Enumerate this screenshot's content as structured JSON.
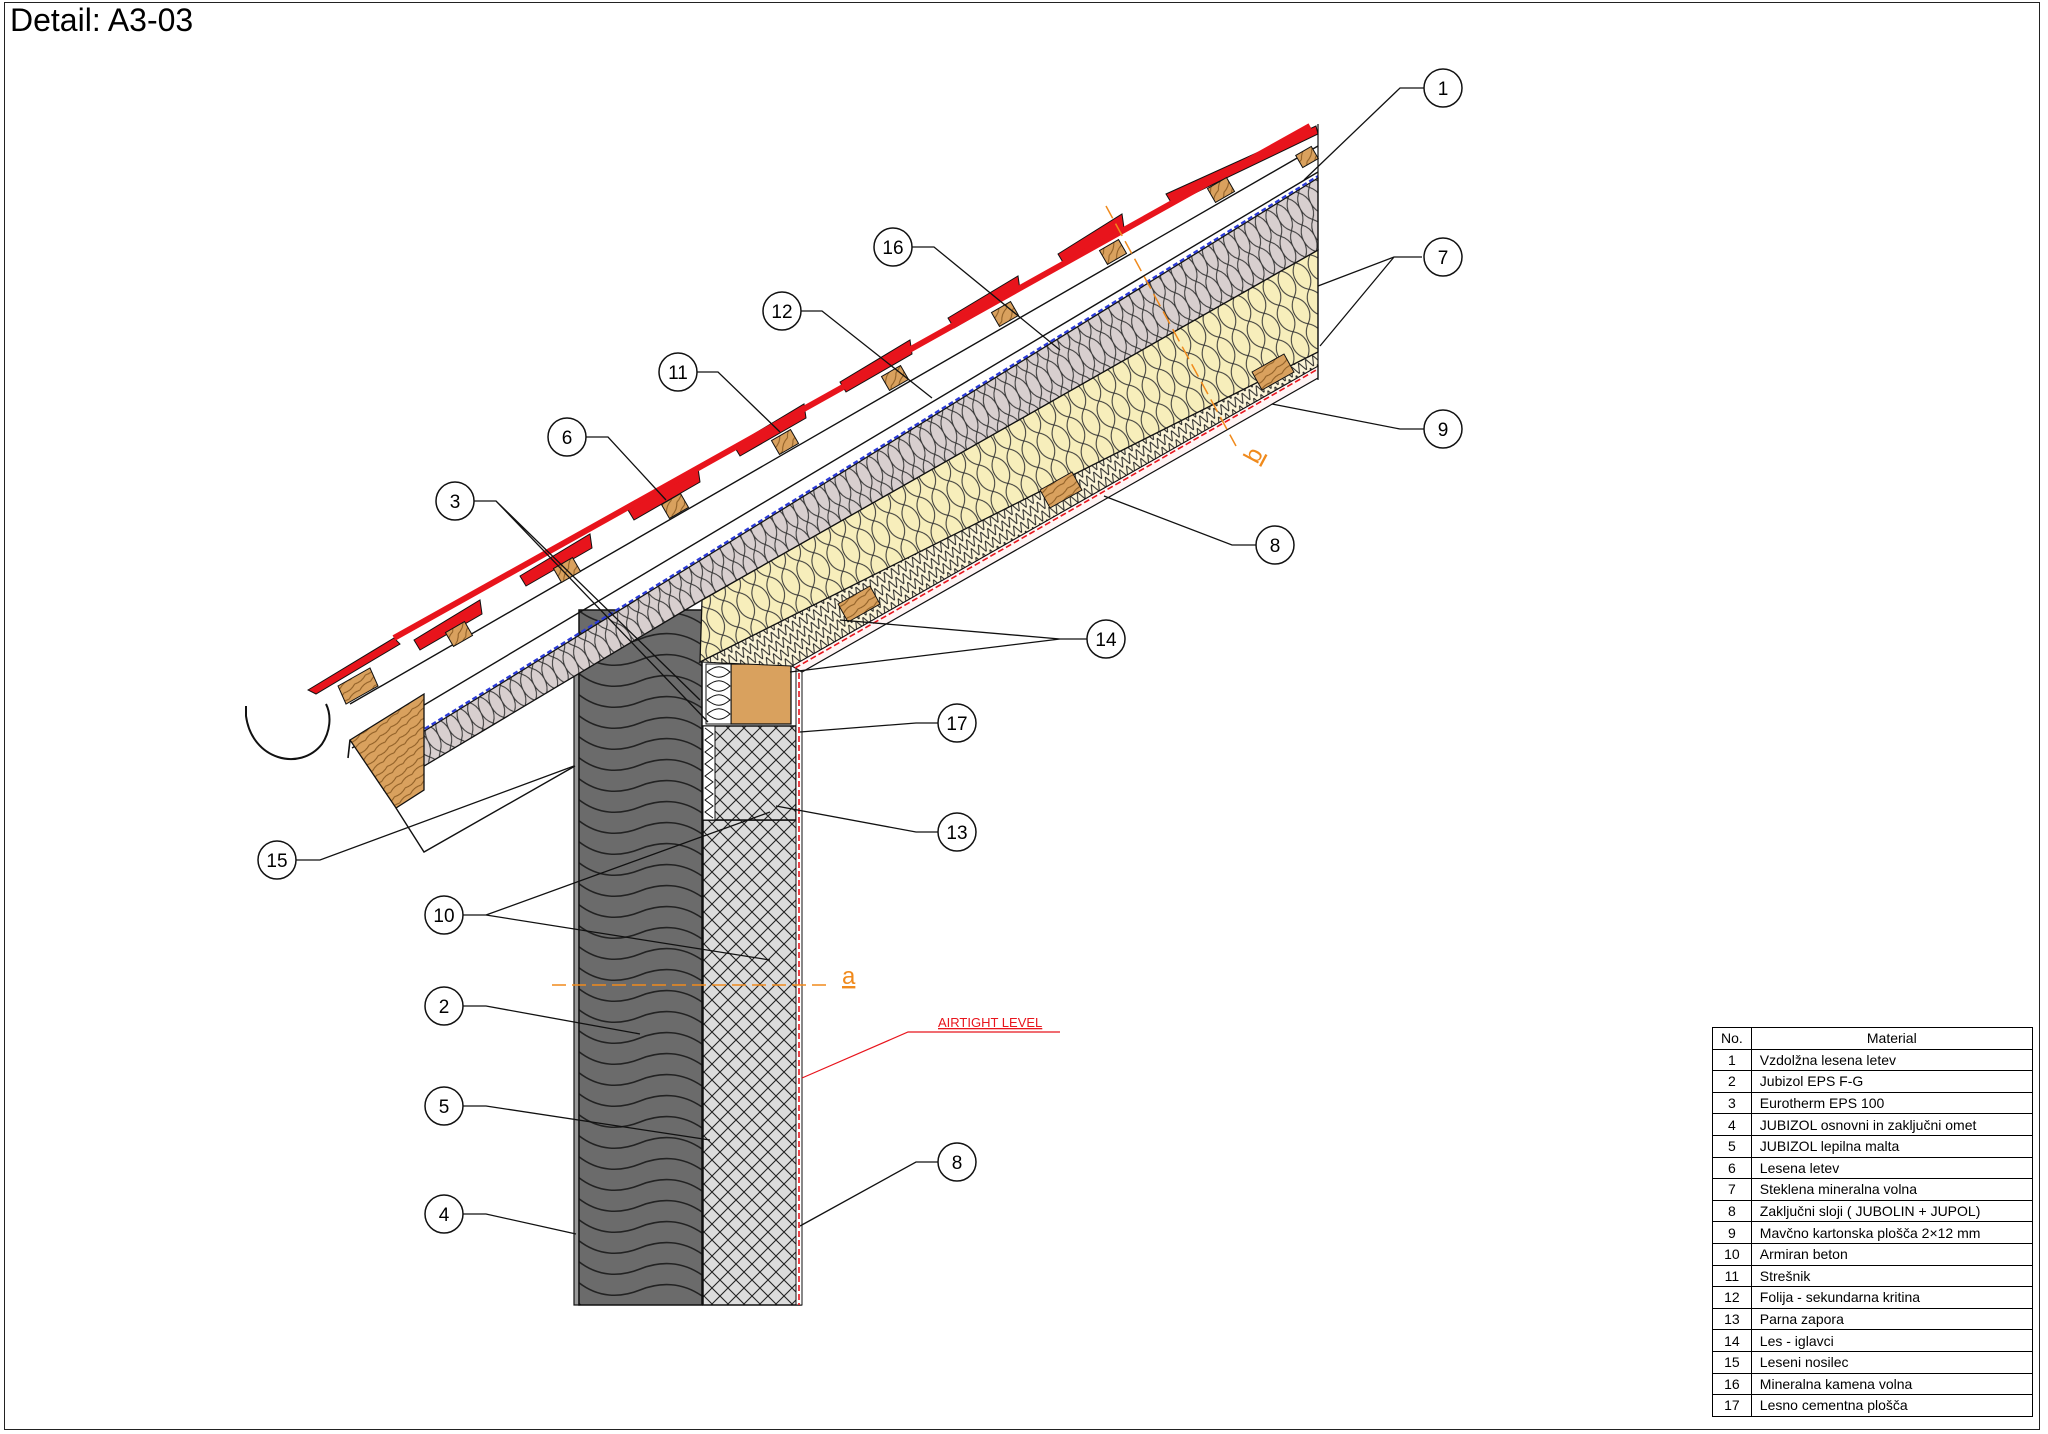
{
  "title": "Detail: A3-03",
  "section_marks": {
    "a": "a",
    "b": "b"
  },
  "airtight_label": "AIRTIGHT LEVEL",
  "callouts": [
    "1",
    "16",
    "12",
    "11",
    "6",
    "3",
    "7",
    "9",
    "8",
    "14",
    "17",
    "13",
    "15",
    "10",
    "2",
    "5",
    "8",
    "4"
  ],
  "legend": {
    "header_no": "No.",
    "header_material": "Material",
    "rows": [
      {
        "no": "1",
        "material": "Vzdolžna lesena letev"
      },
      {
        "no": "2",
        "material": "Jubizol EPS F-G"
      },
      {
        "no": "3",
        "material": "Eurotherm EPS 100"
      },
      {
        "no": "4",
        "material": "JUBIZOL osnovni in zaključni omet"
      },
      {
        "no": "5",
        "material": "JUBIZOL lepilna malta"
      },
      {
        "no": "6",
        "material": "Lesena letev"
      },
      {
        "no": "7",
        "material": "Steklena mineralna volna"
      },
      {
        "no": "8",
        "material": "Zaključni sloji  ( JUBOLIN + JUPOL)"
      },
      {
        "no": "9",
        "material": "Mavčno kartonska plošča 2×12 mm"
      },
      {
        "no": "10",
        "material": "Armiran beton"
      },
      {
        "no": "11",
        "material": "Strešnik"
      },
      {
        "no": "12",
        "material": "Folija - sekundarna kritina"
      },
      {
        "no": "13",
        "material": "Parna zapora"
      },
      {
        "no": "14",
        "material": "Les - iglavci"
      },
      {
        "no": "15",
        "material": "Leseni nosilec"
      },
      {
        "no": "16",
        "material": "Mineralna kamena volna"
      },
      {
        "no": "17",
        "material": "Lesno cementna plošča"
      }
    ]
  },
  "colors": {
    "tile": "#e8141c",
    "wood": "#d9a15e",
    "glass_wool": "#f7eebb",
    "stone_wool": "#d8cfcf",
    "eps_grey": "#6b6b6b",
    "concrete": "#d6d6d6",
    "airtight": "#e8141c",
    "dim": "#f08a1c"
  }
}
